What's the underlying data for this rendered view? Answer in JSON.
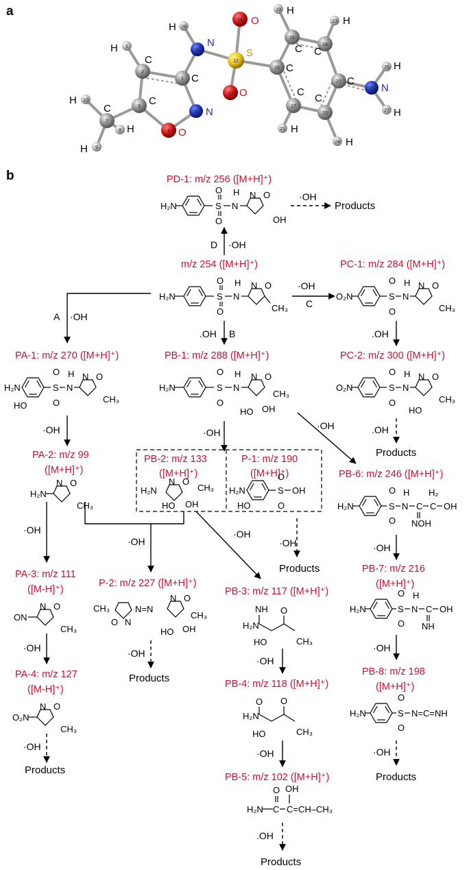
{
  "panels": {
    "a": "a",
    "b": "b"
  },
  "colors": {
    "label_red": "#c8102e",
    "carbon": "#8a8a8a",
    "hydrogen": "#b5b5b5",
    "nitrogen": "#1a2fb8",
    "oxygen": "#cc1111",
    "sulfur": "#e6c21a",
    "atom_text_blue": "#1a2fb8",
    "atom_text_red": "#cc1111",
    "atom_text_gold": "#c8900a"
  },
  "molecule_a": {
    "atoms": [
      {
        "num": "1",
        "el": "C",
        "label": "C"
      },
      {
        "num": "2",
        "el": "C",
        "label": "C"
      },
      {
        "num": "3",
        "el": "C",
        "label": "C"
      },
      {
        "num": "4",
        "el": "O",
        "label": "O"
      },
      {
        "num": "5",
        "el": "H",
        "label": "H"
      },
      {
        "num": "6",
        "el": "N",
        "label": "N"
      },
      {
        "num": "7",
        "el": "C",
        "label": "C"
      },
      {
        "num": "8",
        "el": "H",
        "label": "H"
      },
      {
        "num": "9",
        "el": "H",
        "label": "H"
      },
      {
        "num": "10",
        "el": "H",
        "label": "H"
      },
      {
        "num": "11",
        "el": "N",
        "label": "N"
      },
      {
        "num": "12",
        "el": "S",
        "label": "S"
      },
      {
        "num": "13",
        "el": "O",
        "label": "O"
      },
      {
        "num": "14",
        "el": "O",
        "label": "O"
      },
      {
        "num": "15",
        "el": "C",
        "label": "C"
      },
      {
        "num": "16",
        "el": "C",
        "label": "C"
      },
      {
        "num": "17",
        "el": "C",
        "label": "C"
      },
      {
        "num": "18",
        "el": "C",
        "label": "C"
      },
      {
        "num": "19",
        "el": "H",
        "label": "H"
      },
      {
        "num": "20",
        "el": "C",
        "label": "C"
      },
      {
        "num": "21",
        "el": "H",
        "label": "H"
      },
      {
        "num": "22",
        "el": "C",
        "label": "C"
      },
      {
        "num": "23",
        "el": "H",
        "label": "H"
      },
      {
        "num": "24",
        "el": "H",
        "label": "H"
      },
      {
        "num": "25",
        "el": "N",
        "label": "N"
      },
      {
        "num": "26",
        "el": "H",
        "label": "H"
      },
      {
        "num": "27",
        "el": "H",
        "label": "H"
      },
      {
        "num": "28",
        "el": "H",
        "label": "H"
      }
    ]
  },
  "labels": {
    "pd1": "PD-1: m/z 256 ([M+H]⁺)",
    "parent": "m/z 254 ([M+H]⁺)",
    "pc1": "PC-1: m/z 284 ([M+H]⁺)",
    "pc2": "PC-2: m/z 300 ([M+H]⁺)",
    "pa1": "PA-1: m/z 270 ([M+H]⁺)",
    "pb1": "PB-1: m/z 288 ([M+H]⁺)",
    "pa2_a": "PA-2: m/z 99",
    "pa2_b": "([M+H]⁺)",
    "pb2_a": "PB-2: m/z 133",
    "pb2_b": "([M+H]⁺)",
    "p1_a": "P-1: m/z 190",
    "p1_b": "([M+H]⁺)",
    "pb6": "PB-6: m/z 246 ([M+H]⁺)",
    "pa3_a": "PA-3: m/z 111",
    "pa3_b": "([M-H]⁺)",
    "p2": "P-2: m/z 227  ([M+H]⁺)",
    "pb3": "PB-3: m/z 117  ([M+H]⁺)",
    "pb7_a": "PB-7: m/z 216",
    "pb7_b": "([M+H]⁺)",
    "pa4_a": "PA-4: m/z 127",
    "pa4_b": "([M-H]⁺)",
    "pb4": "PB-4: m/z 118  ([M+H]⁺)",
    "pb8_a": "PB-8: m/z 198",
    "pb8_b": "([M+H]⁺)",
    "pb5": "PB-5: m/z 102  ([M+H]⁺)"
  },
  "arrows": {
    "oh": "·OH",
    "oh_dot": ".OH",
    "a": "A",
    "b": "B",
    "c": "C",
    "d": "D"
  },
  "products": "Products",
  "chem": {
    "h2n": "H₂N",
    "o2n": "O₂N",
    "on": "ON",
    "s": "S",
    "o": "O",
    "n": "N",
    "h": "H",
    "oh": "OH",
    "ho": "HO",
    "ch3": "CH₃",
    "h2": "H₂",
    "nh": "NH",
    "noh": "NOH",
    "c": "C",
    "n_eq_c_eq_nh": "N=C=NH",
    "c_eq_n": "C=N",
    "n_eq_n": "N=N",
    "chch3": "C=CH–CH₃",
    "h_lbl": "H",
    "oh2": "OH"
  }
}
